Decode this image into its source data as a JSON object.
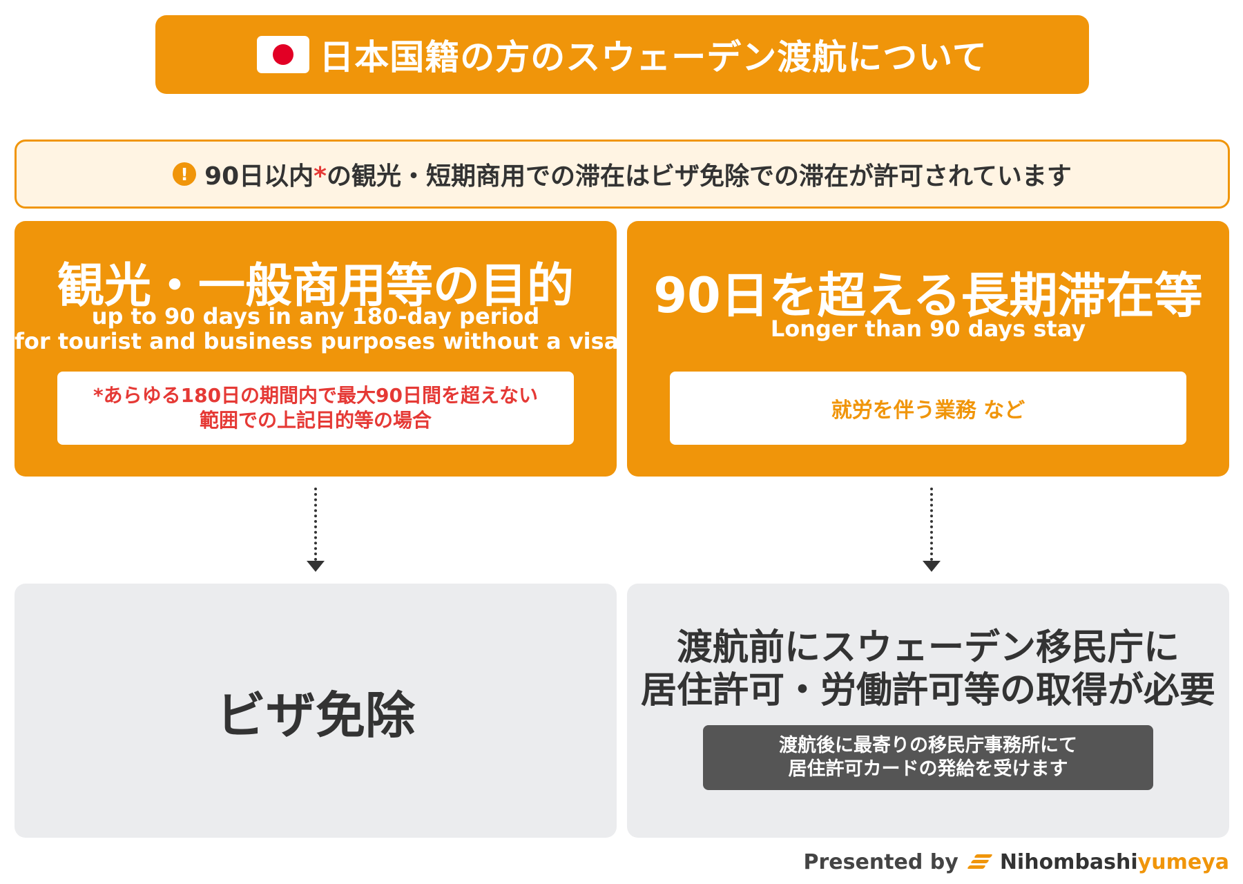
{
  "header": {
    "title": "日本国籍の方のスウェーデン渡航について"
  },
  "notice": {
    "prefix": "90日以内",
    "asterisk": "*",
    "text": "の観光・短期商用での滞在はビザ免除での滞在が許可されています"
  },
  "left_option": {
    "title": "観光・一般商用等の目的",
    "subtitle_en_line1": "up to 90 days in any 180-day period",
    "subtitle_en_line2": "for tourist and business purposes without a visa",
    "note_line1": "*あらゆる180日の期間内で最大90日間を超えない",
    "note_line2": "範囲での上記目的等の場合"
  },
  "right_option": {
    "title": "90日を超える長期滞在等",
    "subtitle_en": "Longer than 90 days stay",
    "note": "就労を伴う業務 など"
  },
  "left_result": {
    "text": "ビザ免除"
  },
  "right_result": {
    "text": "渡航前にスウェーデン移民庁に\n居住許可・労働許可等の取得が必要",
    "note": "渡航後に最寄りの移民庁事務所にて\n居住許可カードの発給を受けます"
  },
  "footer": {
    "presented_by": "Presented by",
    "brand_part1": "Nihombashi",
    "brand_part2": "yumeya"
  },
  "colors": {
    "accent": "#f0950a",
    "notice_bg": "#fff4e3",
    "gray_box": "#ebecee",
    "alert_red": "#e53935",
    "flag_red": "#e20025",
    "dark_note": "#555555"
  },
  "icons": [
    "japan-flag-icon",
    "exclamation-icon",
    "arrow-down-icon",
    "brand-logo-icon"
  ]
}
